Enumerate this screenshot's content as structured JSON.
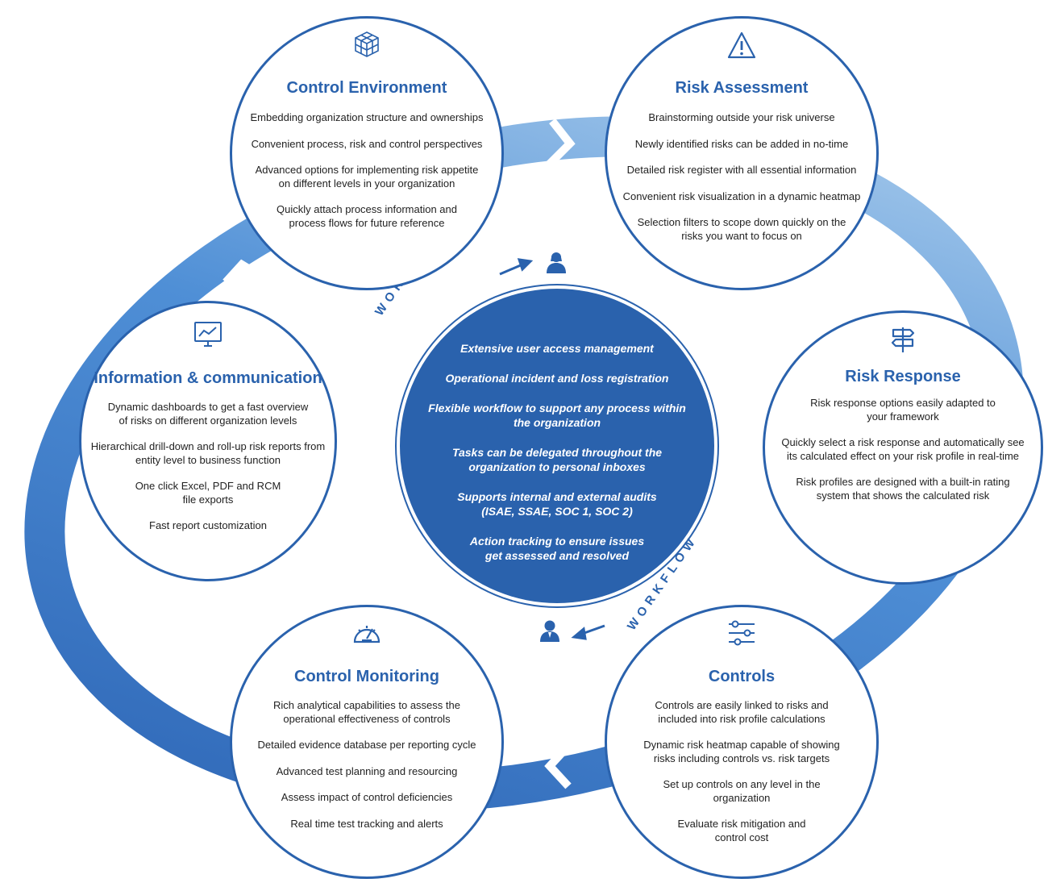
{
  "colors": {
    "primary": "#2a62ad",
    "ring_dark": "#2b63b4",
    "ring_light": "#a7cbec"
  },
  "workflow": {
    "label_top": "WORKFLOW",
    "label_bottom": "WORKFLOW",
    "items": [
      "Extensive user access management",
      "Operational incident and loss registration",
      "Flexible workflow to support any process within\nthe organization",
      "Tasks can be delegated throughout the\norganization to personal inboxes",
      "Supports internal and external audits\n(ISAE, SSAE, SOC 1, SOC 2)",
      "Action tracking to ensure issues\nget assessed and resolved"
    ]
  },
  "nodes": {
    "control_environment": {
      "title": "Control Environment",
      "icon": "cube-icon",
      "items": [
        "Embedding organization structure and ownerships",
        "Convenient process, risk and control perspectives",
        "Advanced options for implementing risk appetite\non different levels in your organization",
        "Quickly attach process information and\nprocess flows for future reference"
      ]
    },
    "risk_assessment": {
      "title": "Risk Assessment",
      "icon": "warning-icon",
      "items": [
        "Brainstorming outside your risk universe",
        "Newly identified risks can be added in no-time",
        "Detailed risk register with all essential information",
        "Convenient risk visualization in a dynamic heatmap",
        "Selection filters to scope down quickly on the\nrisks you want to focus on"
      ]
    },
    "risk_response": {
      "title": "Risk Response",
      "icon": "signpost-icon",
      "items": [
        "Risk response options easily adapted to\nyour framework",
        "Quickly select a risk response and automatically see\nits calculated effect on your risk profile in real-time",
        "Risk profiles are designed with a built-in rating\nsystem that shows the calculated risk"
      ]
    },
    "controls": {
      "title": "Controls",
      "icon": "sliders-icon",
      "items": [
        "Controls are easily linked to risks and\nincluded into risk profile calculations",
        "Dynamic risk heatmap capable of showing\nrisks including controls vs. risk targets",
        "Set up controls on any level in the\norganization",
        "Evaluate risk mitigation and\ncontrol cost"
      ]
    },
    "control_monitoring": {
      "title": "Control Monitoring",
      "icon": "gauge-icon",
      "items": [
        "Rich analytical capabilities to assess the\noperational effectiveness of controls",
        "Detailed evidence database per reporting cycle",
        "Advanced test planning and resourcing",
        "Assess impact of control deficiencies",
        "Real time test tracking and alerts"
      ]
    },
    "information_communication": {
      "title": "Information & communication",
      "icon": "monitor-chart-icon",
      "items": [
        "Dynamic dashboards to get a fast overview\nof risks on different organization levels",
        "Hierarchical drill-down and roll-up risk reports from\nentity level to business function",
        "One click Excel, PDF and RCM\nfile exports",
        "Fast report customization"
      ]
    }
  }
}
